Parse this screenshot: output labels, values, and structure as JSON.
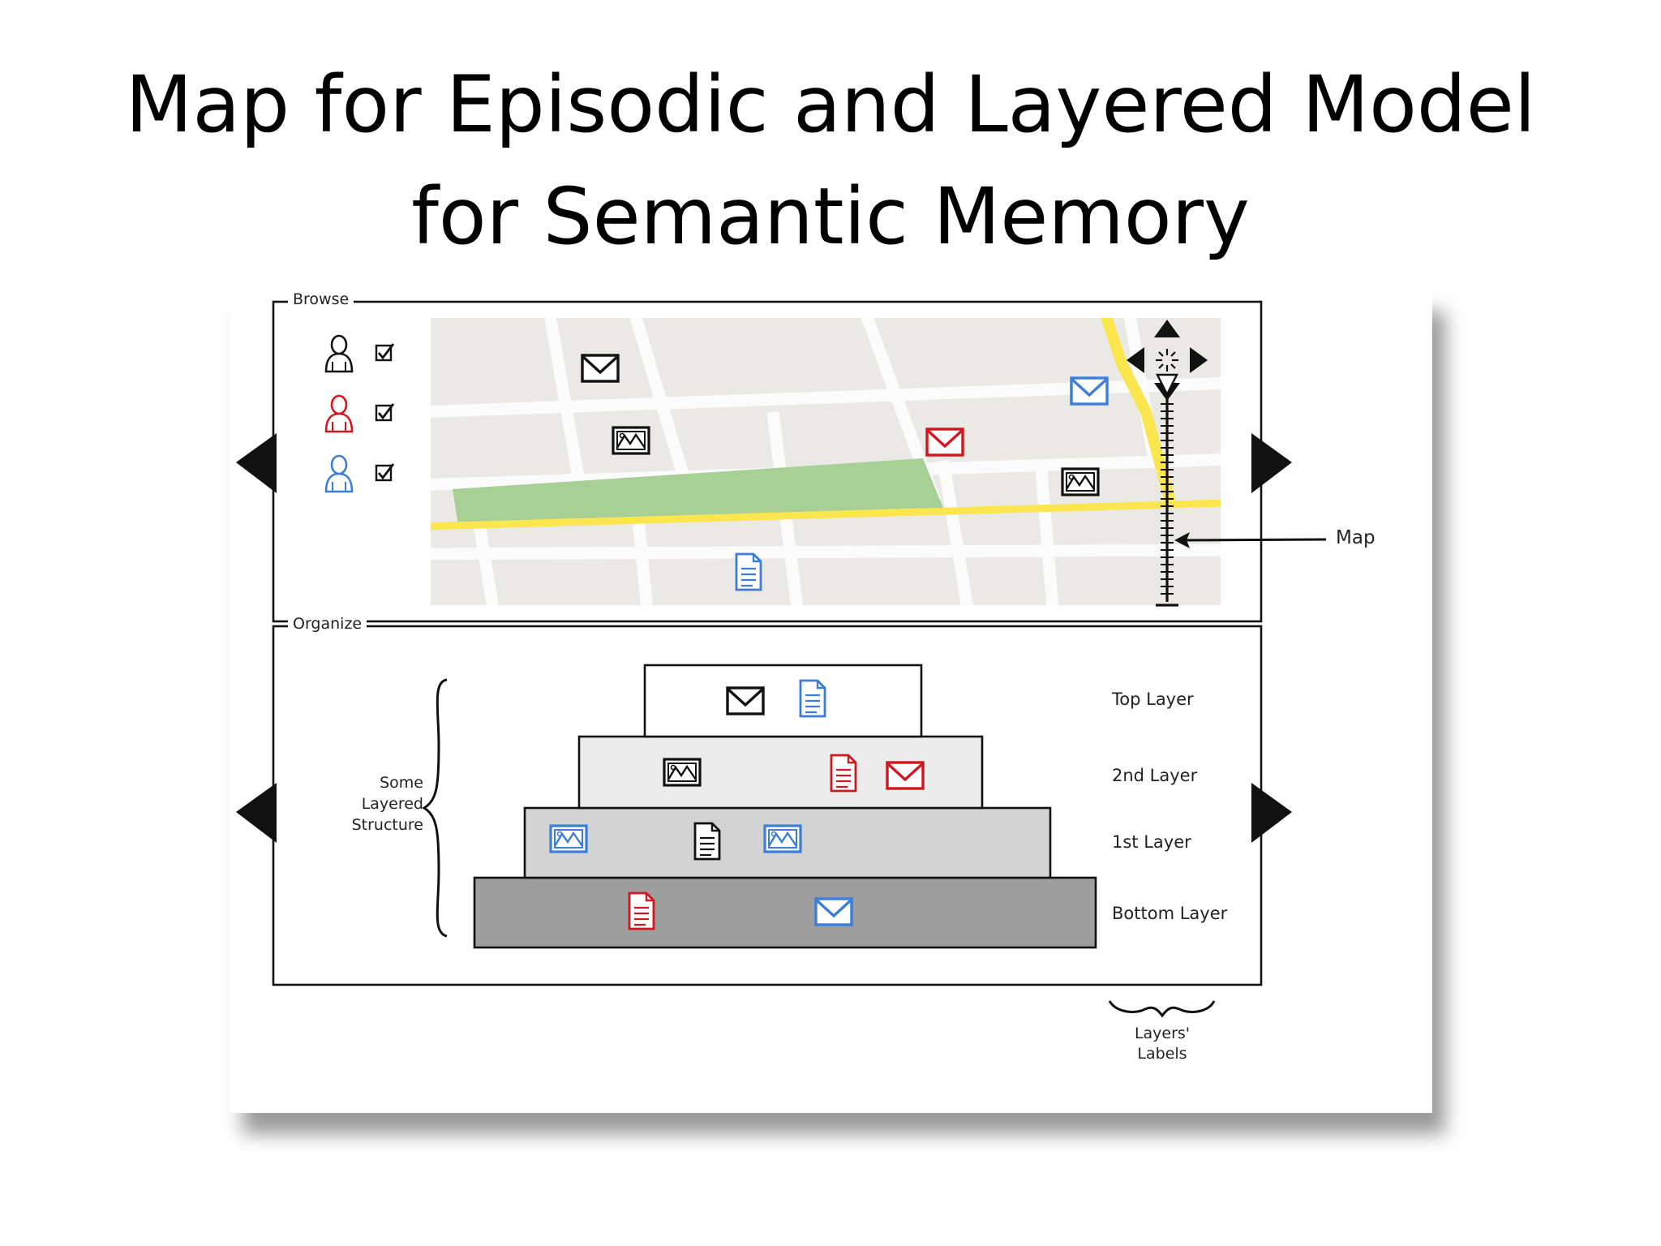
{
  "title": {
    "line1": "Map for Episodic and Layered Model",
    "line2": "for Semantic Memory"
  },
  "browse": {
    "label": "Browse",
    "filters": [
      {
        "icon": "person-icon",
        "color": "#111111",
        "checked": true
      },
      {
        "icon": "person-icon",
        "color": "#d0161e",
        "checked": true
      },
      {
        "icon": "person-icon",
        "color": "#3b7dd8",
        "checked": true
      }
    ],
    "map_label": "Map",
    "map_items": [
      {
        "icon": "envelope-icon",
        "color": "#111111"
      },
      {
        "icon": "photo-icon",
        "color": "#111111"
      },
      {
        "icon": "envelope-icon",
        "color": "#3b7dd8"
      },
      {
        "icon": "envelope-icon",
        "color": "#d0161e"
      },
      {
        "icon": "photo-icon",
        "color": "#111111"
      },
      {
        "icon": "document-icon",
        "color": "#3b7dd8"
      }
    ]
  },
  "organize": {
    "label": "Organize",
    "structure_label_lines": [
      "Some",
      "Layered",
      "Structure"
    ],
    "layers_caption_lines": [
      "Layers'",
      "Labels"
    ],
    "layers": [
      {
        "label": "Top Layer",
        "fill": "#ffffff",
        "items": [
          {
            "icon": "envelope-icon",
            "color": "#111111"
          },
          {
            "icon": "document-icon",
            "color": "#3b7dd8"
          }
        ]
      },
      {
        "label": "2nd Layer",
        "fill": "#ececec",
        "items": [
          {
            "icon": "photo-icon",
            "color": "#111111"
          },
          {
            "icon": "document-icon",
            "color": "#d0161e"
          },
          {
            "icon": "envelope-icon",
            "color": "#d0161e"
          }
        ]
      },
      {
        "label": "1st Layer",
        "fill": "#d3d3d3",
        "items": [
          {
            "icon": "photo-icon",
            "color": "#3b7dd8"
          },
          {
            "icon": "document-icon",
            "color": "#111111"
          },
          {
            "icon": "photo-icon",
            "color": "#3b7dd8"
          }
        ]
      },
      {
        "label": "Bottom Layer",
        "fill": "#9e9e9e",
        "items": [
          {
            "icon": "document-icon",
            "color": "#d0161e"
          },
          {
            "icon": "envelope-icon",
            "color": "#3b7dd8"
          }
        ]
      }
    ]
  },
  "colors": {
    "map_ground": "#ebe9e6",
    "road_main": "#fbe64f",
    "park": "#a8cf96",
    "street": "#fbfbfb",
    "ink": "#111111"
  }
}
